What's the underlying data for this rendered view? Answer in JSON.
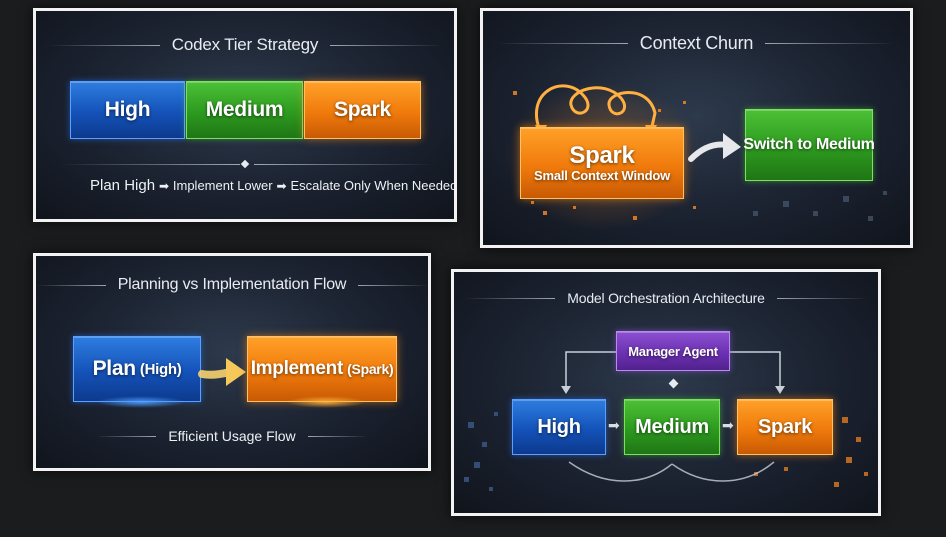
{
  "panels": {
    "tier_strategy": {
      "title": "Codex Tier Strategy",
      "tiers": [
        {
          "label": "High",
          "color": "#1452b8"
        },
        {
          "label": "Medium",
          "color": "#2d9a1f"
        },
        {
          "label": "Spark",
          "color": "#f07a0c"
        }
      ],
      "caption_main": "Plan High",
      "caption_step2": "Implement Lower",
      "caption_step3": "Escalate Only When Needed",
      "arrow_glyph": "➡"
    },
    "context_churn": {
      "title": "Context Churn",
      "spark_label": "Spark",
      "spark_sub": "Small Context Window",
      "target_label": "Switch to Medium"
    },
    "planning_flow": {
      "title": "Planning vs Implementation Flow",
      "plan_label": "Plan",
      "plan_tier": "(High)",
      "impl_label": "Implement",
      "impl_tier": "(Spark)",
      "footer": "Efficient Usage Flow"
    },
    "orchestration": {
      "title": "Model Orchestration Architecture",
      "manager_label": "Manager Agent",
      "nodes": [
        {
          "label": "High",
          "color": "#1452b8"
        },
        {
          "label": "Medium",
          "color": "#2d9a1f"
        },
        {
          "label": "Spark",
          "color": "#f07a0c"
        }
      ]
    }
  },
  "icons": {
    "arrow": "arrow-right-icon",
    "diamond": "diamond-icon",
    "loop": "loop-arrows-icon"
  }
}
